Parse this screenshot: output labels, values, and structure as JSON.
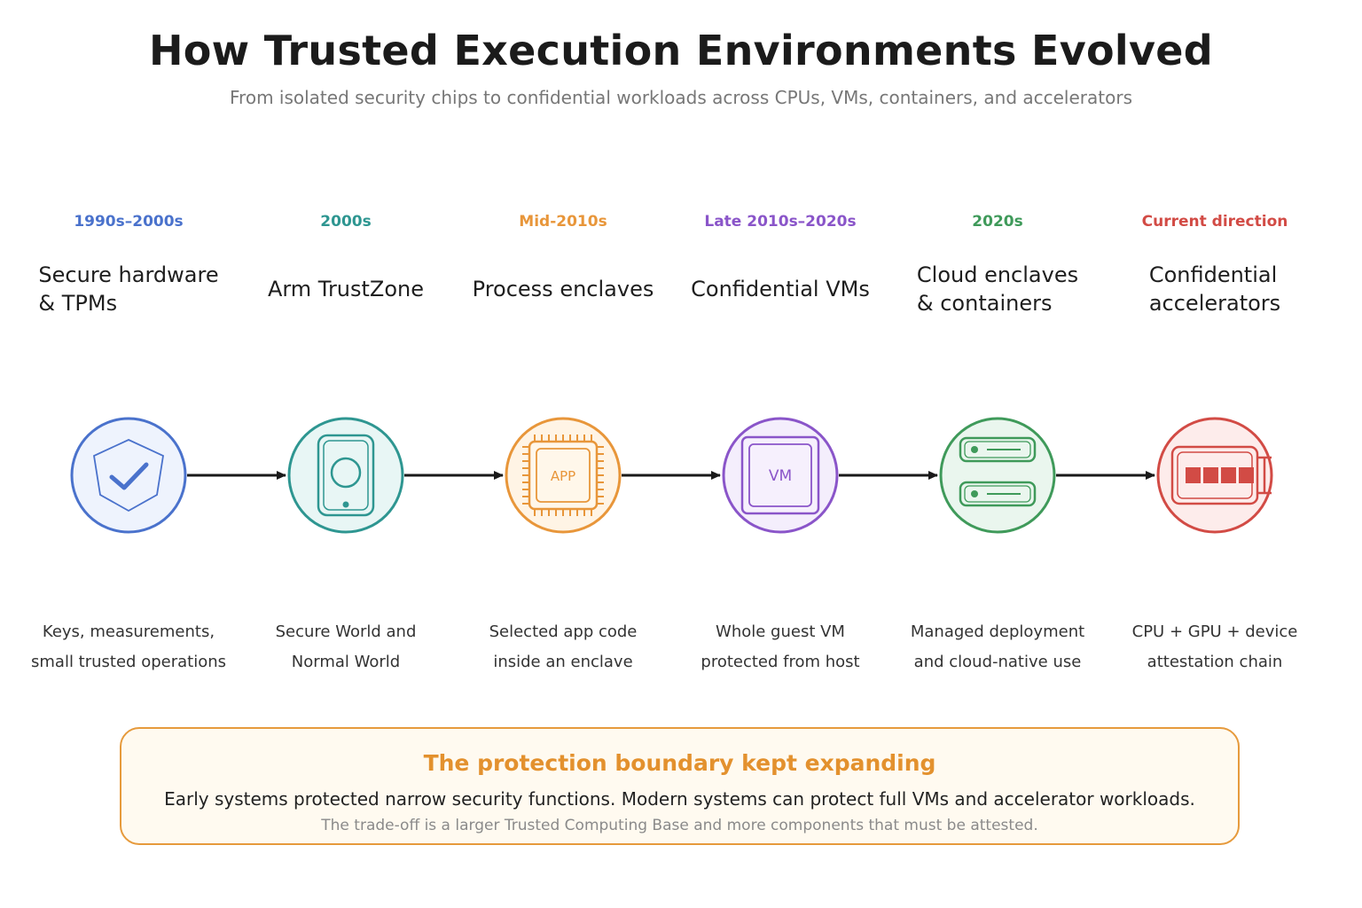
{
  "title": "How Trusted Execution Environments Evolved",
  "subtitle": "From isolated security chips to confidential workloads across CPUs, VMs, containers, and accelerators",
  "stages": [
    {
      "era": "1990s–2000s",
      "title_lines": [
        "Secure hardware",
        "& TPMs"
      ],
      "desc_lines": [
        "Keys, measurements,",
        "small trusted operations"
      ],
      "color": "#4a72cc",
      "fill": "#eef3fd",
      "icon": "shield-check-icon"
    },
    {
      "era": "2000s",
      "title_lines": [
        "Arm TrustZone"
      ],
      "desc_lines": [
        "Secure World and",
        "Normal World"
      ],
      "color": "#2e9691",
      "fill": "#e8f6f5",
      "icon": "phone-icon"
    },
    {
      "era": "Mid-2010s",
      "title_lines": [
        "Process enclaves"
      ],
      "desc_lines": [
        "Selected app code",
        "inside an enclave"
      ],
      "color": "#e8963a",
      "fill": "#fff4e5",
      "icon": "chip-icon",
      "icon_label": "APP"
    },
    {
      "era": "Late 2010s–2020s",
      "title_lines": [
        "Confidential VMs"
      ],
      "desc_lines": [
        "Whole guest VM",
        "protected from host"
      ],
      "color": "#8a55c9",
      "fill": "#f4eefc",
      "icon": "vm-chip-icon",
      "icon_label": "VM"
    },
    {
      "era": "2020s",
      "title_lines": [
        "Cloud enclaves",
        "& containers"
      ],
      "desc_lines": [
        "Managed deployment",
        "and cloud-native use"
      ],
      "color": "#3f9a5a",
      "fill": "#eaf6ee",
      "icon": "server-icon"
    },
    {
      "era": "Current direction",
      "title_lines": [
        "Confidential",
        "accelerators"
      ],
      "desc_lines": [
        "CPU + GPU + device",
        "attestation chain"
      ],
      "color": "#d24b45",
      "fill": "#fdeceb",
      "icon": "gpu-card-icon"
    }
  ],
  "callout": {
    "title": "The protection boundary kept expanding",
    "main": "Early systems protected narrow security functions. Modern systems can protect full VMs and accelerator workloads.",
    "sub": "The trade-off is a larger Trusted Computing Base and more components that must be attested."
  }
}
